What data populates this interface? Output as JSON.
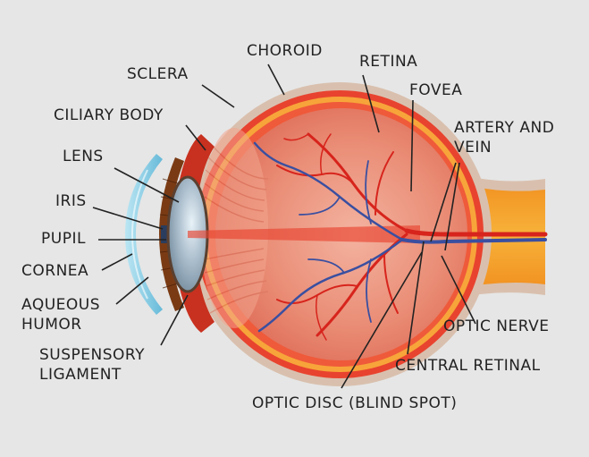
{
  "labels": {
    "sclera": "SCLERA",
    "choroid": "CHOROID",
    "retina": "RETINA",
    "fovea": "FOVEA",
    "ciliary_body": "CILIARY BODY",
    "artery_vein_line1": "ARTERY AND",
    "artery_vein_line2": "VEIN",
    "lens": "LENS",
    "iris": "IRIS",
    "pupil": "PUPIL",
    "cornea": "CORNEA",
    "aqueous_line1": "AQUEOUS",
    "aqueous_line2": "HUMOR",
    "optic_nerve": "OPTIC NERVE",
    "suspensory_line1": "SUSPENSORY",
    "suspensory_line2": "LIGAMENT",
    "central_retinal": "CENTRAL RETINAL",
    "optic_disc": "OPTIC DISC (BLIND SPOT)"
  },
  "colors": {
    "background": "#e6e6e6",
    "sclera": "#d9c0ae",
    "choroid": "#e8432f",
    "retina": "#f7a53a",
    "vitreous": "#e8806a",
    "optic_nerve": "#f5a623",
    "artery": "#d7241c",
    "vein": "#3a4fa0",
    "cornea": "#8fd4ea",
    "lens": "#9fb2c0",
    "iris": "#7a3b14",
    "label_text": "#222222",
    "leader_line": "#222222"
  }
}
